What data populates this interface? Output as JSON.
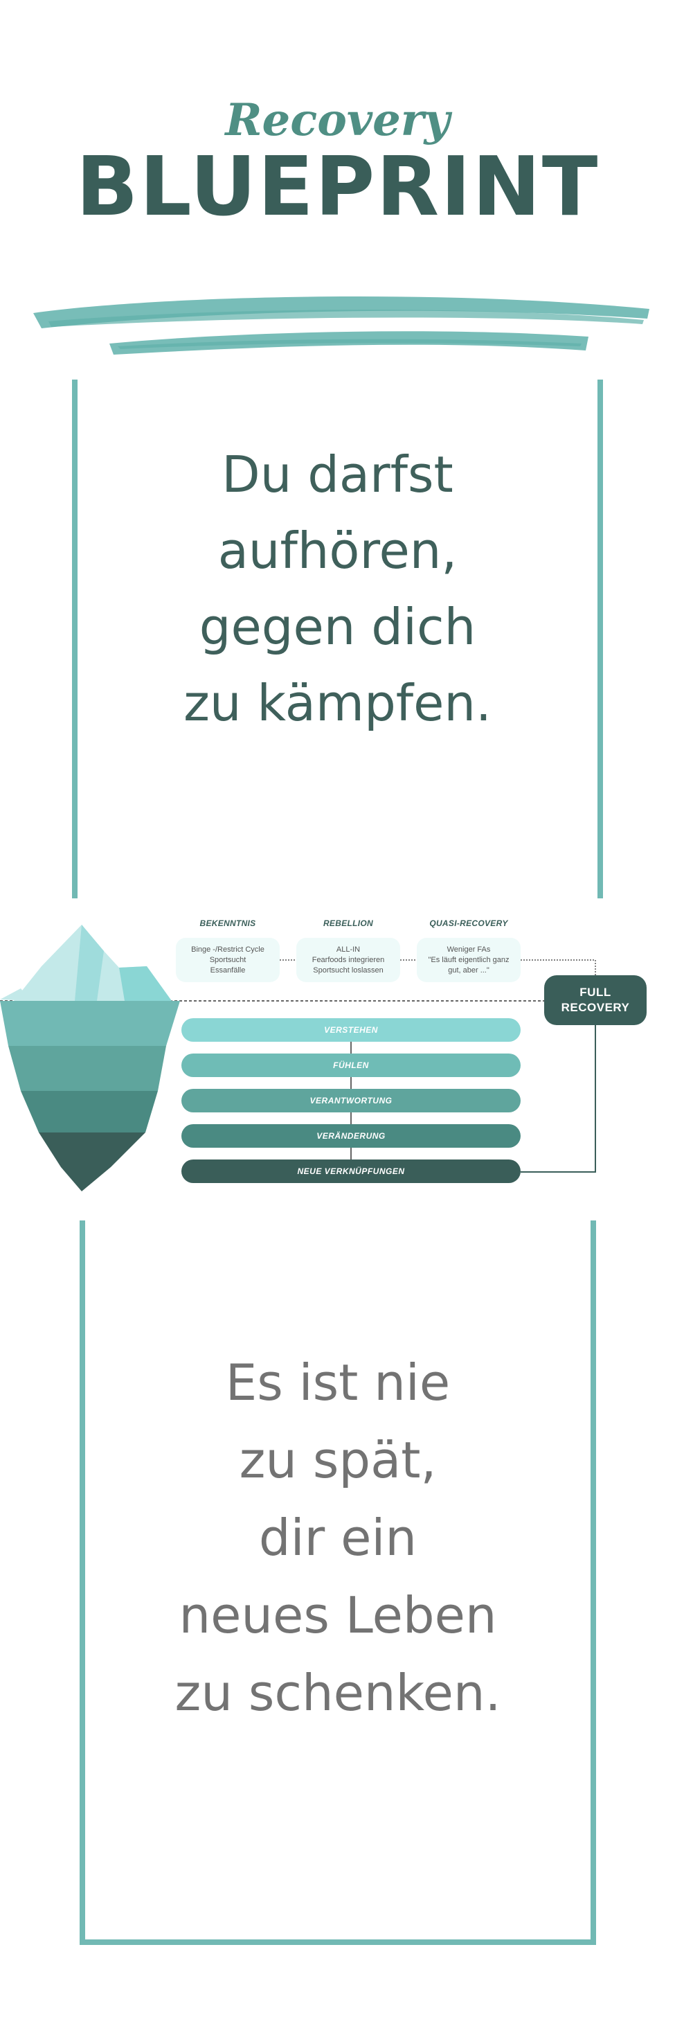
{
  "header": {
    "script_title": "Recovery",
    "main_title": "BLUEPRINT"
  },
  "quote_top": {
    "lines": [
      "Du darfst",
      "aufhören,",
      "gegen dich",
      "zu kämpfen."
    ]
  },
  "diagram": {
    "stages": [
      {
        "title": "BEKENNTNIS",
        "lines": [
          "Binge -/Restrict Cycle",
          "Sportsucht",
          "Essanfälle"
        ]
      },
      {
        "title": "REBELLION",
        "lines": [
          "ALL-IN",
          "Fearfoods integrieren",
          "Sportsucht loslassen"
        ]
      },
      {
        "title": "QUASI-RECOVERY",
        "lines": [
          "Weniger FAs",
          "\"Es läuft eigentlich ganz",
          "gut, aber ...\""
        ]
      }
    ],
    "goal": {
      "line1": "FULL",
      "line2": "RECOVERY"
    },
    "layers": [
      {
        "label": "VERSTEHEN",
        "color": "#8ad6d4"
      },
      {
        "label": "FÜHLEN",
        "color": "#6fbcb6"
      },
      {
        "label": "VERANTWORTUNG",
        "color": "#5fa59d"
      },
      {
        "label": "VERÄNDERUNG",
        "color": "#4a8a82"
      },
      {
        "label": "NEUE VERKNÜPFUNGEN",
        "color": "#3a5e59"
      }
    ],
    "icon": "iceberg-icon"
  },
  "quote_bottom": {
    "lines": [
      "Es ist nie",
      "zu spät,",
      "dir ein",
      "neues Leben",
      "zu schenken."
    ]
  },
  "colors": {
    "dark_teal": "#3a5e59",
    "teal": "#71b9b4",
    "light_teal": "#8ad6d4",
    "gray_text": "#737373"
  }
}
